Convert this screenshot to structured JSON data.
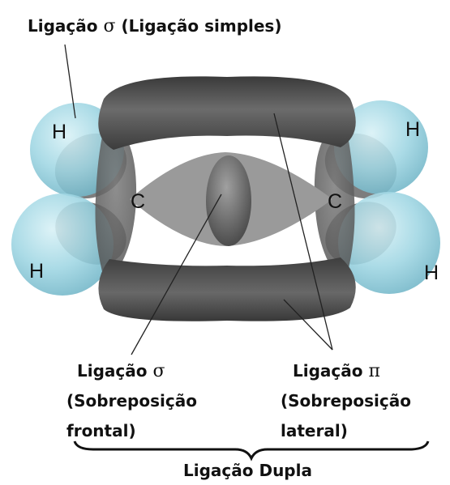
{
  "labels": {
    "top": {
      "prefix": "Ligação",
      "symbol": "σ",
      "suffix": "(Ligação simples)"
    },
    "sigma": {
      "line1_prefix": "Ligação",
      "line1_symbol": "σ",
      "line2": "(Sobreposição",
      "line3": "frontal)"
    },
    "pi": {
      "line1_prefix": "Ligação",
      "line1_symbol": "π",
      "line2": "(Sobreposição",
      "line3": "lateral)"
    },
    "bottom": "Ligação Dupla"
  },
  "atoms": {
    "h_top_left": "H",
    "h_bottom_left": "H",
    "h_top_right": "H",
    "h_bottom_right": "H",
    "c_left": "C",
    "c_right": "C"
  },
  "colors": {
    "pi_lobe": "#4a4a4a",
    "sigma_bond": "#8a8a8a",
    "hydrogen": "#9fd6e3",
    "text": "#111111"
  }
}
